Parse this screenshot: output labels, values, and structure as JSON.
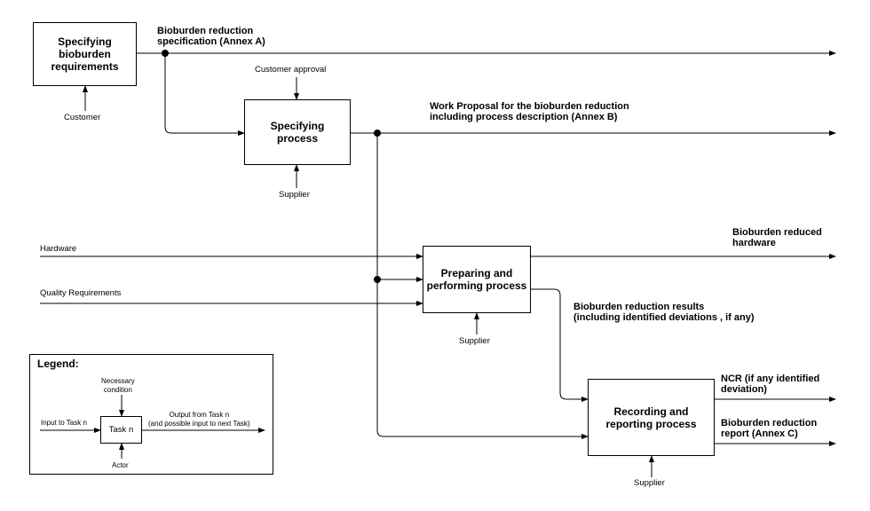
{
  "boxes": {
    "specifying_requirements": "Specifying\nbioburden\nrequirements",
    "specifying_process": "Specifying\nprocess",
    "preparing_performing": "Preparing and\nperforming process",
    "recording_reporting": "Recording and\nreporting process"
  },
  "labels": {
    "customer": "Customer",
    "customer_approval": "Customer approval",
    "supplier_1": "Supplier",
    "supplier_2": "Supplier",
    "supplier_3": "Supplier",
    "hardware": "Hardware",
    "quality_requirements": "Quality Requirements"
  },
  "outputs": {
    "reduction_spec": "Bioburden reduction\nspecification (Annex A)",
    "work_proposal": "Work Proposal for the bioburden reduction\nincluding process description  (Annex B)",
    "reduced_hardware": "Bioburden reduced\nhardware",
    "reduction_results": "Bioburden reduction results\n(including identified deviations , if any)",
    "ncr": "NCR (if any identified\ndeviation)",
    "reduction_report": "Bioburden reduction\nreport (Annex C)"
  },
  "legend": {
    "title": "Legend:",
    "necessary_condition": "Necessary\ncondition",
    "input_to_task": "Input to Task n",
    "output_from_task": "Output from Task n\n(and possible input to next Task)",
    "task": "Task n",
    "actor": "Actor"
  }
}
